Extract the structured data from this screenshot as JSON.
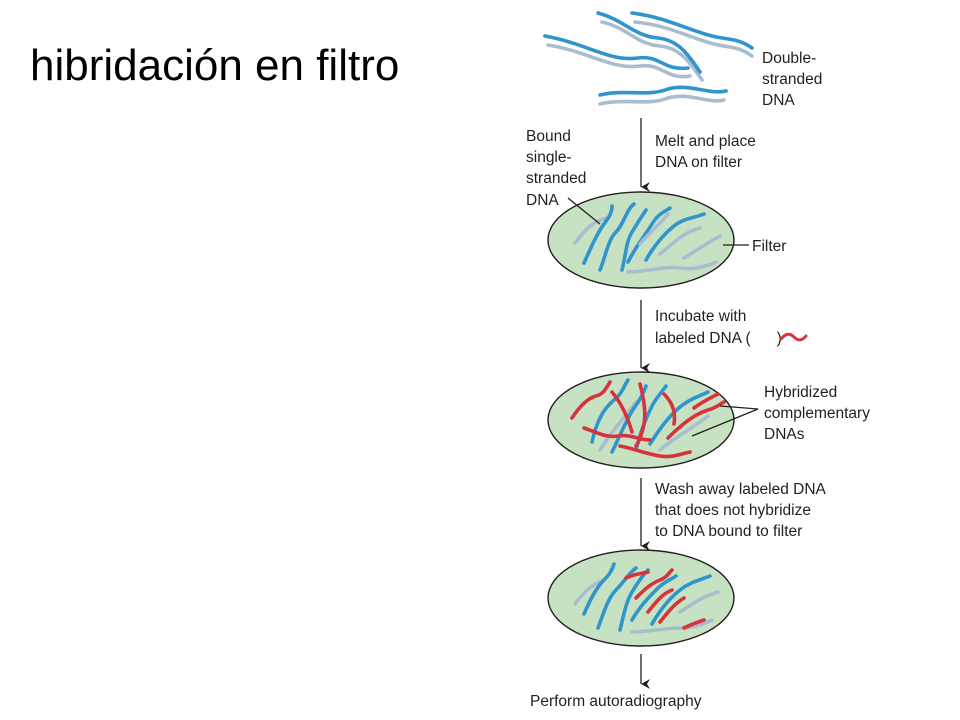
{
  "title": "hibridación en filtro",
  "colors": {
    "dna": "#2f95cc",
    "complement": "#a9bdd0",
    "labeled": "#d8333d",
    "filter_fill": "#c6e2c2",
    "filter_stroke": "#231f20"
  },
  "labels": {
    "double_stranded": [
      "Double-",
      "stranded",
      "DNA"
    ],
    "step1": [
      "Melt and place",
      "DNA on filter"
    ],
    "bound_single": [
      "Bound",
      "single-",
      "stranded",
      "DNA"
    ],
    "filter": "Filter",
    "step2_line1": "Incubate with",
    "step2_line2_prefix": "labeled DNA (",
    "step2_line2_suffix": ")",
    "hybridized": [
      "Hybridized",
      "complementary",
      "DNAs"
    ],
    "step3": [
      "Wash away labeled DNA",
      "that does not hybridize",
      "to DNA bound to filter"
    ],
    "step4": "Perform autoradiography"
  }
}
